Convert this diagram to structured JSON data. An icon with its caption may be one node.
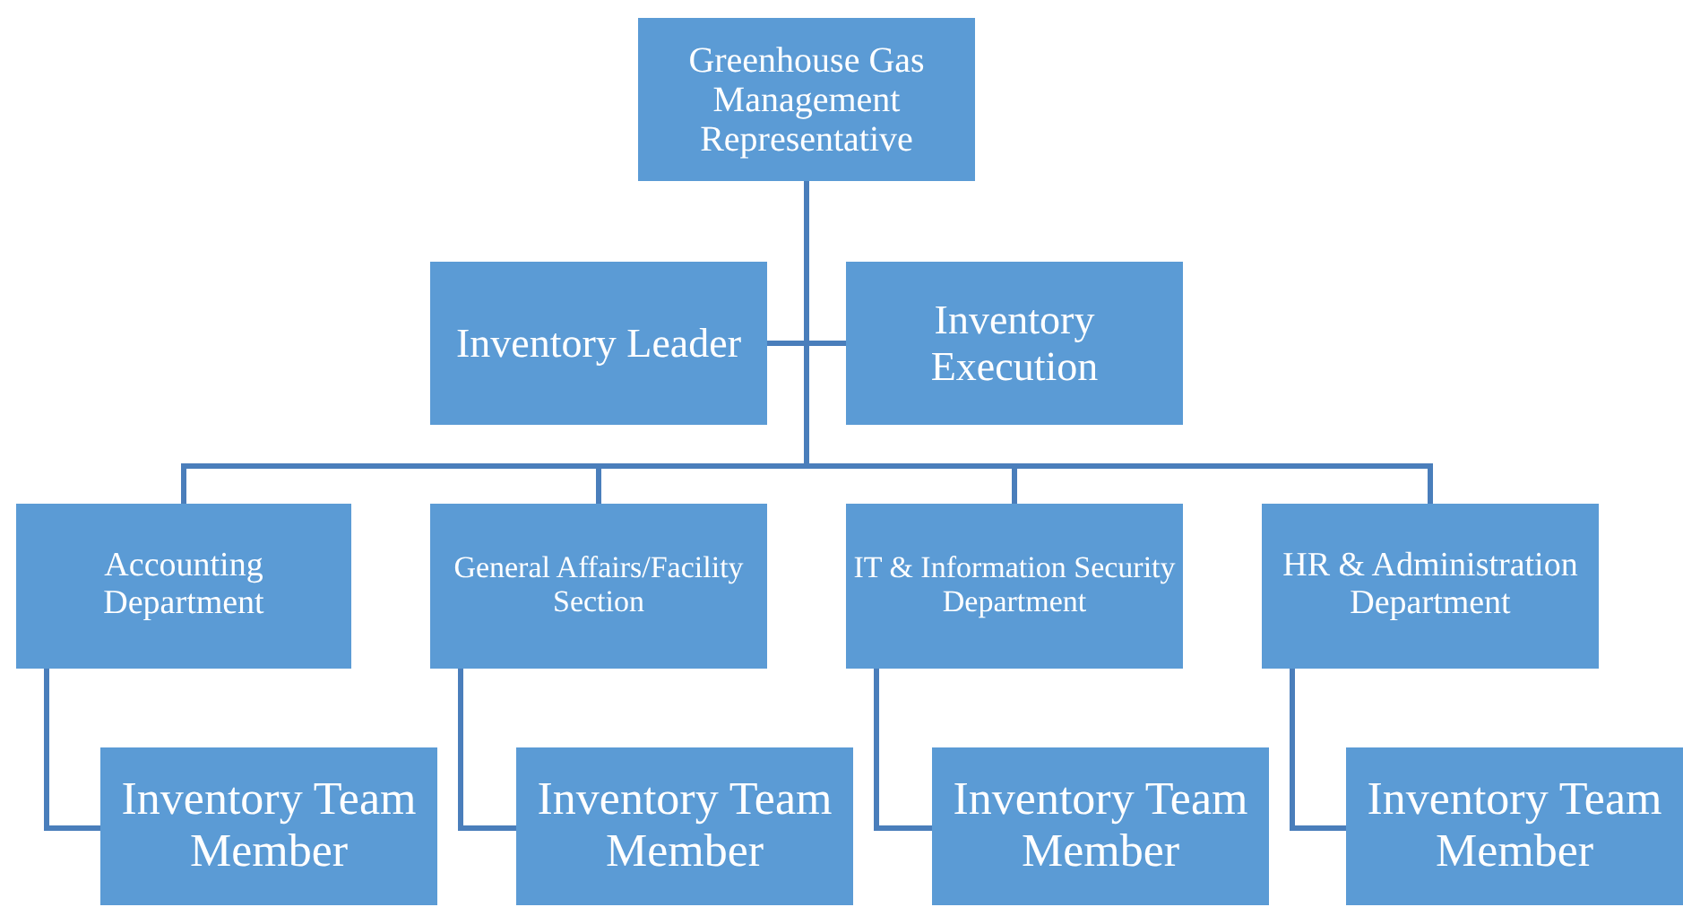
{
  "diagram": {
    "nodes": [
      {
        "text": [
          "Greenhouse Gas Management Representative"
        ]
      },
      {
        "text": [
          "Inventory Leader"
        ]
      },
      {
        "text": [
          "Inventory Execution"
        ]
      },
      {
        "text": [
          "Accounting Department"
        ]
      },
      {
        "text": [
          "General Affairs/Facility Section"
        ]
      },
      {
        "text": [
          "IT & Information Security Department"
        ]
      },
      {
        "text": [
          "HR & Administration Department"
        ]
      },
      {
        "text": [
          "Inventory Team Member"
        ]
      },
      {
        "text": [
          "Inventory Team Member"
        ]
      },
      {
        "text": [
          "Inventory Team Member"
        ]
      },
      {
        "text": [
          "Inventory Team Member"
        ]
      }
    ],
    "edges": [
      {
        "from": 0,
        "to": 1,
        "arrow": "none"
      },
      {
        "from": 0,
        "to": 2,
        "arrow": "none"
      },
      {
        "from": 0,
        "to": 3,
        "arrow": "none"
      },
      {
        "from": 0,
        "to": 4,
        "arrow": "none"
      },
      {
        "from": 0,
        "to": 5,
        "arrow": "none"
      },
      {
        "from": 0,
        "to": 6,
        "arrow": "none"
      },
      {
        "from": 3,
        "to": 7,
        "arrow": "none"
      },
      {
        "from": 4,
        "to": 8,
        "arrow": "none"
      },
      {
        "from": 5,
        "to": 9,
        "arrow": "none"
      },
      {
        "from": 6,
        "to": 10,
        "arrow": "none"
      }
    ]
  }
}
